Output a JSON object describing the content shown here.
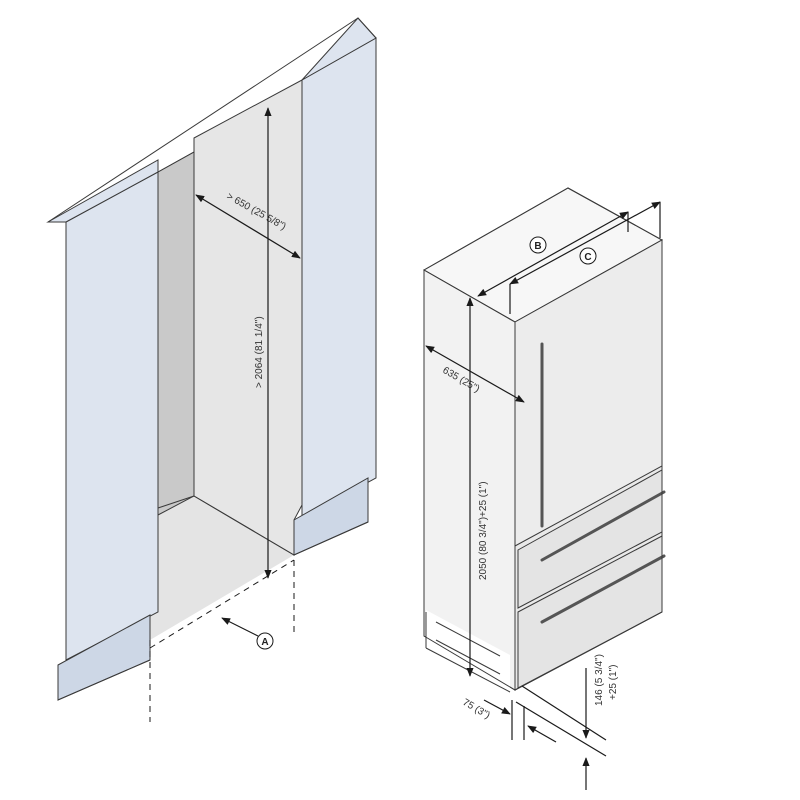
{
  "colors": {
    "panel_blue": "#dde4ef",
    "base_blue": "#cdd7e6",
    "niche_back": "#e6e6e6",
    "niche_side": "#c9c9c9",
    "floor": "#e4e4e4",
    "appliance_side": "#f2f2f2",
    "appliance_top": "#f7f7f7",
    "door_face": "#e9e9e9",
    "line": "#1a1a1a"
  },
  "dimensions": {
    "niche_width": "> 650 (25 5/8\")",
    "niche_height": "> 2064 (81 1/4\")",
    "appliance_depth": "635 (25\")",
    "appliance_height": "2050 (80 3/4\")+25 (1\")",
    "plinth_height_line1": "146 (5 3/4\")",
    "plinth_height_line2": "+25 (1\")",
    "plinth_depth": "75 (3\")"
  },
  "callouts": {
    "a": "A",
    "b": "B",
    "c": "C"
  }
}
